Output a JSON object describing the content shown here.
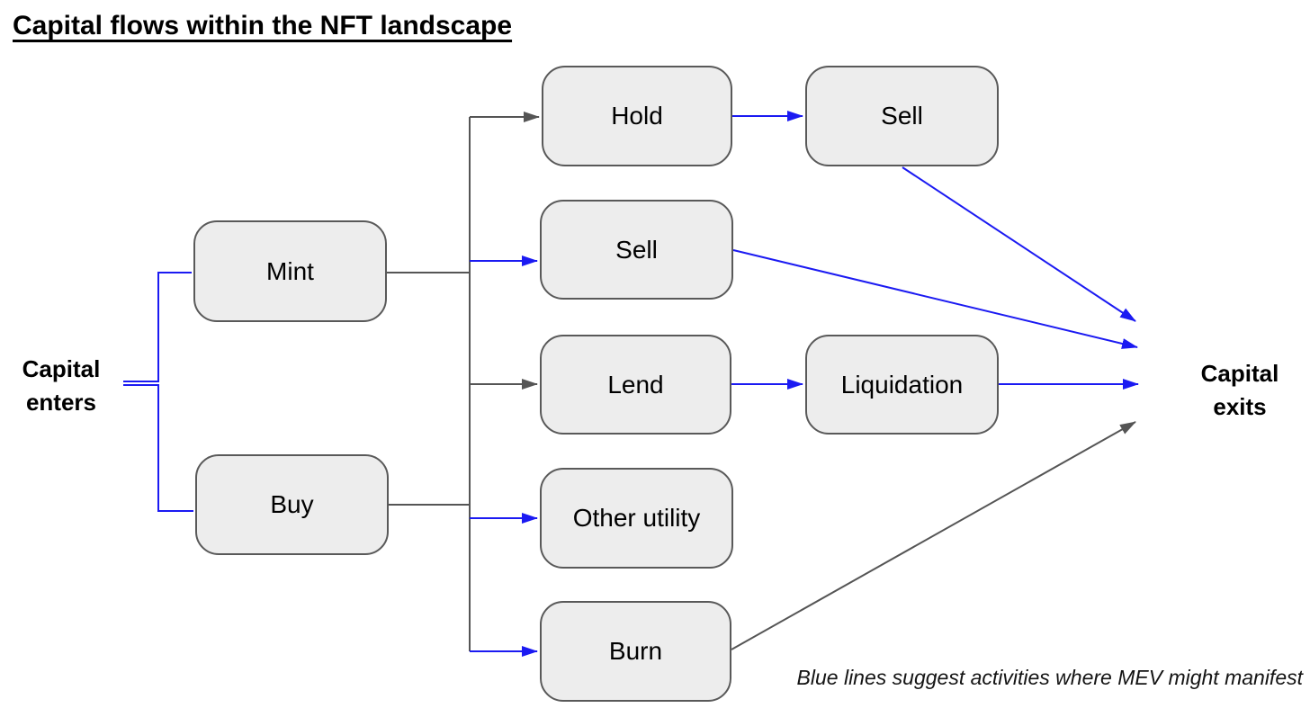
{
  "title": "Capital flows within the NFT landscape",
  "labels": {
    "capital_enters": "Capital enters",
    "capital_exits": "Capital exits"
  },
  "nodes": [
    {
      "id": "mint",
      "label": "Mint"
    },
    {
      "id": "buy",
      "label": "Buy"
    },
    {
      "id": "hold",
      "label": "Hold"
    },
    {
      "id": "sell",
      "label": "Sell"
    },
    {
      "id": "lend",
      "label": "Lend"
    },
    {
      "id": "other-utility",
      "label": "Other utility"
    },
    {
      "id": "burn",
      "label": "Burn"
    },
    {
      "id": "sell-after-hold",
      "label": "Sell"
    },
    {
      "id": "liquidation",
      "label": "Liquidation"
    }
  ],
  "edges": [
    {
      "from": "capital-enters",
      "to": "mint",
      "color": "blue",
      "arrow": false
    },
    {
      "from": "capital-enters",
      "to": "buy",
      "color": "blue",
      "arrow": false
    },
    {
      "from": "mint",
      "to": "fanout",
      "color": "gray",
      "arrow": false
    },
    {
      "from": "buy",
      "to": "fanout",
      "color": "gray",
      "arrow": false
    },
    {
      "from": "fanout",
      "to": "hold",
      "color": "gray",
      "arrow": true
    },
    {
      "from": "fanout",
      "to": "sell",
      "color": "blue",
      "arrow": true
    },
    {
      "from": "fanout",
      "to": "lend",
      "color": "gray",
      "arrow": true
    },
    {
      "from": "fanout",
      "to": "other-utility",
      "color": "blue",
      "arrow": true
    },
    {
      "from": "fanout",
      "to": "burn",
      "color": "blue",
      "arrow": true
    },
    {
      "from": "hold",
      "to": "sell-after-hold",
      "color": "blue",
      "arrow": true
    },
    {
      "from": "lend",
      "to": "liquidation",
      "color": "blue",
      "arrow": true
    },
    {
      "from": "sell-after-hold",
      "to": "capital-exits",
      "color": "blue",
      "arrow": true
    },
    {
      "from": "sell",
      "to": "capital-exits",
      "color": "blue",
      "arrow": true
    },
    {
      "from": "liquidation",
      "to": "capital-exits",
      "color": "blue",
      "arrow": true
    },
    {
      "from": "burn",
      "to": "capital-exits",
      "color": "gray",
      "arrow": true
    }
  ],
  "note": "Blue lines suggest activities where MEV might manifest",
  "colors": {
    "mev_blue": "#1b1af2",
    "line_gray": "#555555",
    "box_fill": "#ededed",
    "box_border": "#595959",
    "text_black": "#000000"
  }
}
